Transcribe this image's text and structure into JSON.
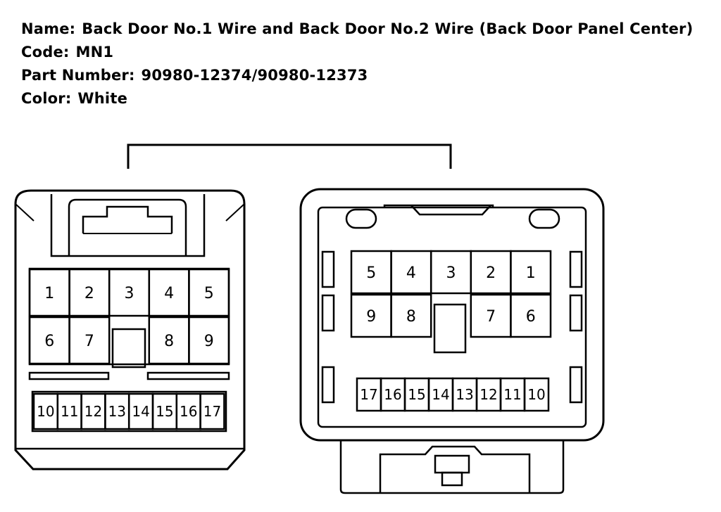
{
  "info": {
    "name_label": "Name:",
    "name_value": "Back Door No.1 Wire and Back Door No.2 Wire (Back Door Panel Center)",
    "code_label": "Code:",
    "code_value": "MN1",
    "part_label": "Part Number:",
    "part_value": "90980-12374/90980-12373",
    "color_label": "Color:",
    "color_value": "White"
  },
  "left_connector": {
    "row1": [
      "1",
      "2",
      "3",
      "4",
      "5"
    ],
    "row2_left": [
      "6",
      "7"
    ],
    "row2_right": [
      "8",
      "9"
    ],
    "small_row": [
      "10",
      "11",
      "12",
      "13",
      "14",
      "15",
      "16",
      "17"
    ]
  },
  "right_connector": {
    "row1": [
      "5",
      "4",
      "3",
      "2",
      "1"
    ],
    "row2_left": [
      "9",
      "8"
    ],
    "row2_right": [
      "7",
      "6"
    ],
    "small_row": [
      "17",
      "16",
      "15",
      "14",
      "13",
      "12",
      "11",
      "10"
    ]
  }
}
